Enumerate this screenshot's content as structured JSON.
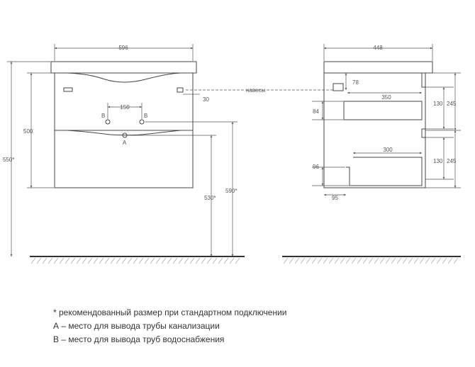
{
  "dimensions": {
    "front_width": "596",
    "side_depth": "448",
    "total_height": "550*",
    "body_height": "500",
    "drain_height": "530*",
    "top_height": "590*",
    "pipe_spacing": "150",
    "offset_30": "30",
    "shelf_depth_350": "350",
    "shelf_depth_300": "300",
    "dim_78": "78",
    "dim_84": "84",
    "dim_96": "96",
    "dim_95": "95",
    "dim_130_top": "130",
    "dim_130_bottom": "130",
    "dim_245_top": "245",
    "dim_245_bottom": "245"
  },
  "labels": {
    "mark_a": "A",
    "mark_b_left": "B",
    "mark_b_right": "B",
    "fasteners": "навесы"
  },
  "notes": [
    "* рекомендованный размер при стандартном подключении",
    "А – место для вывода трубы канализации",
    "В – место для вывода труб водоснабжения"
  ],
  "colors": {
    "line": "#444444",
    "text": "#555555",
    "floor": "#333333"
  }
}
